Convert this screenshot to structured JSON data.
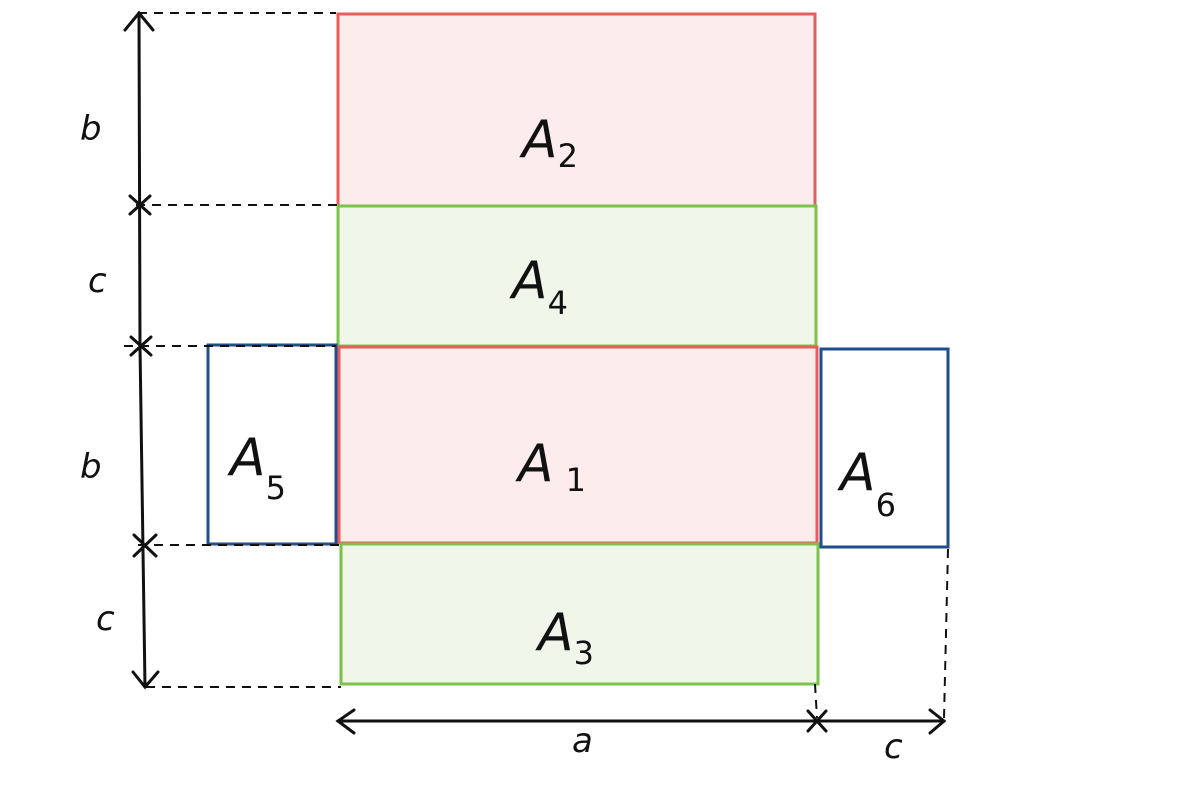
{
  "rectangles": [
    {
      "id": "A2",
      "letter": "A",
      "subscript": "2",
      "stroke": "#e85c5c",
      "fill": "#fdecec"
    },
    {
      "id": "A4",
      "letter": "A",
      "subscript": "4",
      "stroke": "#7cc24a",
      "fill": "#f0f7ea"
    },
    {
      "id": "A1",
      "letter": "A",
      "subscript": "1",
      "stroke": "#e85c5c",
      "fill": "#fdecec"
    },
    {
      "id": "A3",
      "letter": "A",
      "subscript": "3",
      "stroke": "#7cc24a",
      "fill": "#f0f7ea"
    },
    {
      "id": "A5",
      "letter": "A",
      "subscript": "5",
      "stroke": "#1f4e8c",
      "fill": "#ffffff"
    },
    {
      "id": "A6",
      "letter": "A",
      "subscript": "6",
      "stroke": "#1f4e8c",
      "fill": "#ffffff"
    }
  ],
  "dimensions": {
    "vertical": [
      "b",
      "c",
      "b",
      "c"
    ],
    "horizontal": [
      "a",
      "c"
    ]
  },
  "colors": {
    "ink": "#111111",
    "red": "#e85c5c",
    "green": "#7cc24a",
    "blue": "#1f4e8c"
  }
}
